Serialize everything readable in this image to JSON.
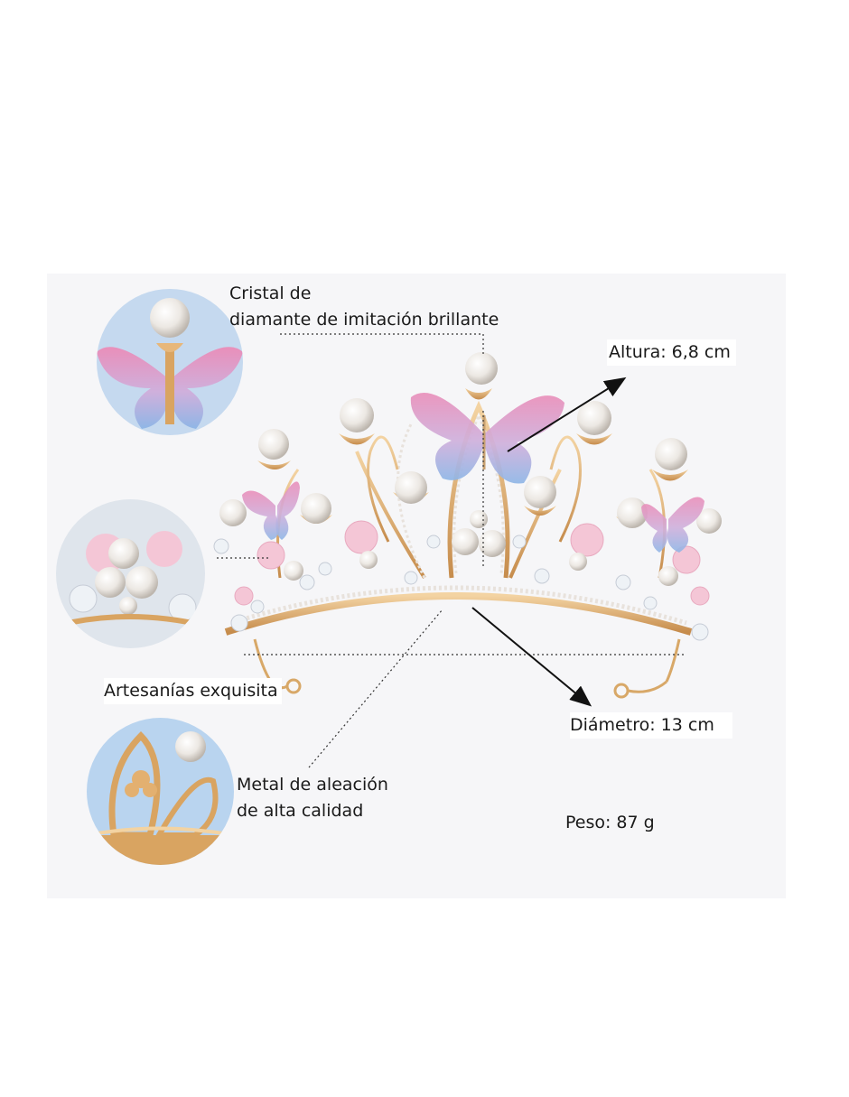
{
  "labels": {
    "crystal_line1": "Cristal de",
    "crystal_line2": "diamante de imitación brillante",
    "height": "Altura: 6,8 cm",
    "craft": "Artesanías exquisita",
    "diameter": "Diámetro: 13 cm",
    "metal_line1": "Metal de aleación",
    "metal_line2": "de alta calidad",
    "weight": "Peso: 87 g"
  },
  "colors": {
    "gold": "#d9a461",
    "pearl": "#f2eee9",
    "butterfly_pink": "#e79ac0",
    "butterfly_blue": "#9dbfe6",
    "flower_pink": "#f4c6d6",
    "circle_bg_blue": "#b9d4ef"
  },
  "icons": [
    "butterfly-icon",
    "pearl-icon",
    "crown-image",
    "arrow-icon"
  ]
}
